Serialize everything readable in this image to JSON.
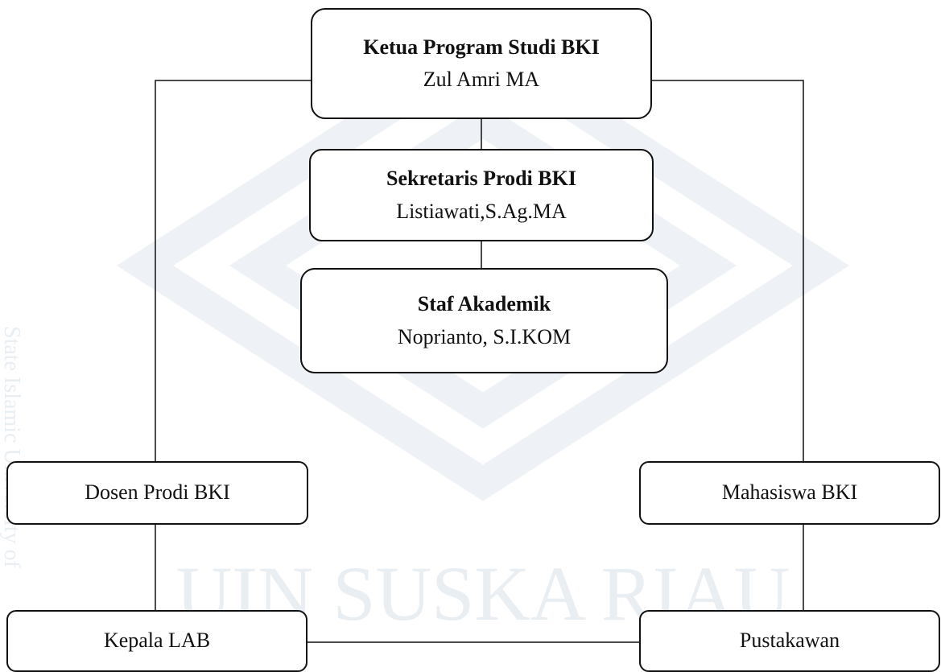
{
  "watermark": {
    "side_text": "State Islamic University of",
    "center_text": "UIN SUSKA RIAU"
  },
  "org_chart": {
    "ketua": {
      "title": "Ketua Program Studi BKI",
      "name": "Zul Amri MA"
    },
    "sekretaris": {
      "title": "Sekretaris Prodi BKI",
      "name": "Listiawati,S.Ag.MA"
    },
    "staf": {
      "title": "Staf Akademik",
      "name": "Noprianto, S.I.KOM"
    },
    "dosen": {
      "label": "Dosen Prodi BKI"
    },
    "mahasiswa": {
      "label": "Mahasiswa BKI"
    },
    "kepala_lab": {
      "label": "Kepala LAB"
    },
    "pustakawan": {
      "label": "Pustakawan"
    }
  }
}
